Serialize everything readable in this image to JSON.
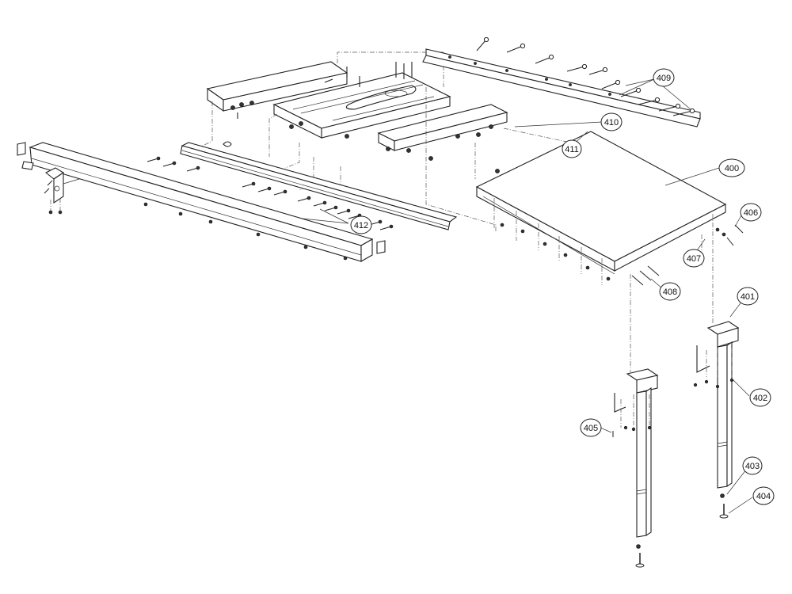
{
  "diagram": {
    "callouts": [
      {
        "id": "c400",
        "label": "400"
      },
      {
        "id": "c401",
        "label": "401"
      },
      {
        "id": "c402",
        "label": "402"
      },
      {
        "id": "c403",
        "label": "403"
      },
      {
        "id": "c404",
        "label": "404"
      },
      {
        "id": "c405",
        "label": "405"
      },
      {
        "id": "c406",
        "label": "406"
      },
      {
        "id": "c407",
        "label": "407"
      },
      {
        "id": "c408",
        "label": "408"
      },
      {
        "id": "c409",
        "label": "409"
      },
      {
        "id": "c410",
        "label": "410"
      },
      {
        "id": "c411",
        "label": "411"
      },
      {
        "id": "c412",
        "label": "412"
      }
    ]
  }
}
